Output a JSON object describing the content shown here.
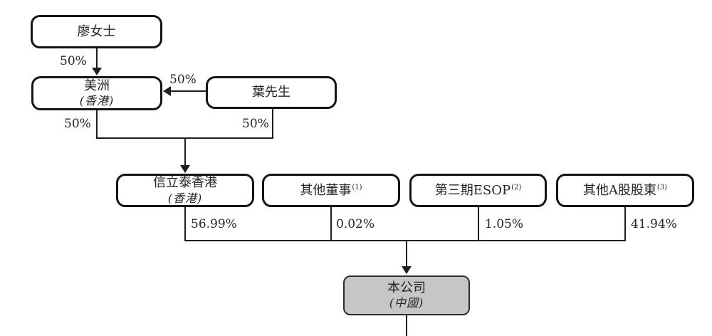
{
  "diagram": {
    "title": "shareholding-structure-chart",
    "nodes": {
      "liao": {
        "label": "廖女士"
      },
      "meizhou": {
        "label": "美洲",
        "sub": "(香港)"
      },
      "ye": {
        "label": "葉先生"
      },
      "sinotide_hk": {
        "label": "信立泰香港",
        "sub": "(香港)"
      },
      "other_directors": {
        "label": "其他董事",
        "footnote": "(1)"
      },
      "esop_phase3": {
        "label": "第三期ESOP",
        "footnote": "(2)"
      },
      "other_a_shareholders": {
        "label": "其他A股股東",
        "footnote": "(3)"
      },
      "company": {
        "label": "本公司",
        "sub": "(中國)"
      }
    },
    "edge_labels": {
      "liao_to_meizhou": "50%",
      "ye_to_meizhou": "50%",
      "meizhou_to_sinotide": "50%",
      "ye_to_sinotide": "50%",
      "sinotide_to_company": "56.99%",
      "directors_to_company": "0.02%",
      "esop_to_company": "1.05%",
      "ashare_to_company": "41.94%"
    },
    "colors": {
      "background": "#ffffff",
      "line": "#1f1f1f",
      "box_border": "#141414",
      "company_fill": "#c6c6c6",
      "text": "#242424"
    }
  }
}
